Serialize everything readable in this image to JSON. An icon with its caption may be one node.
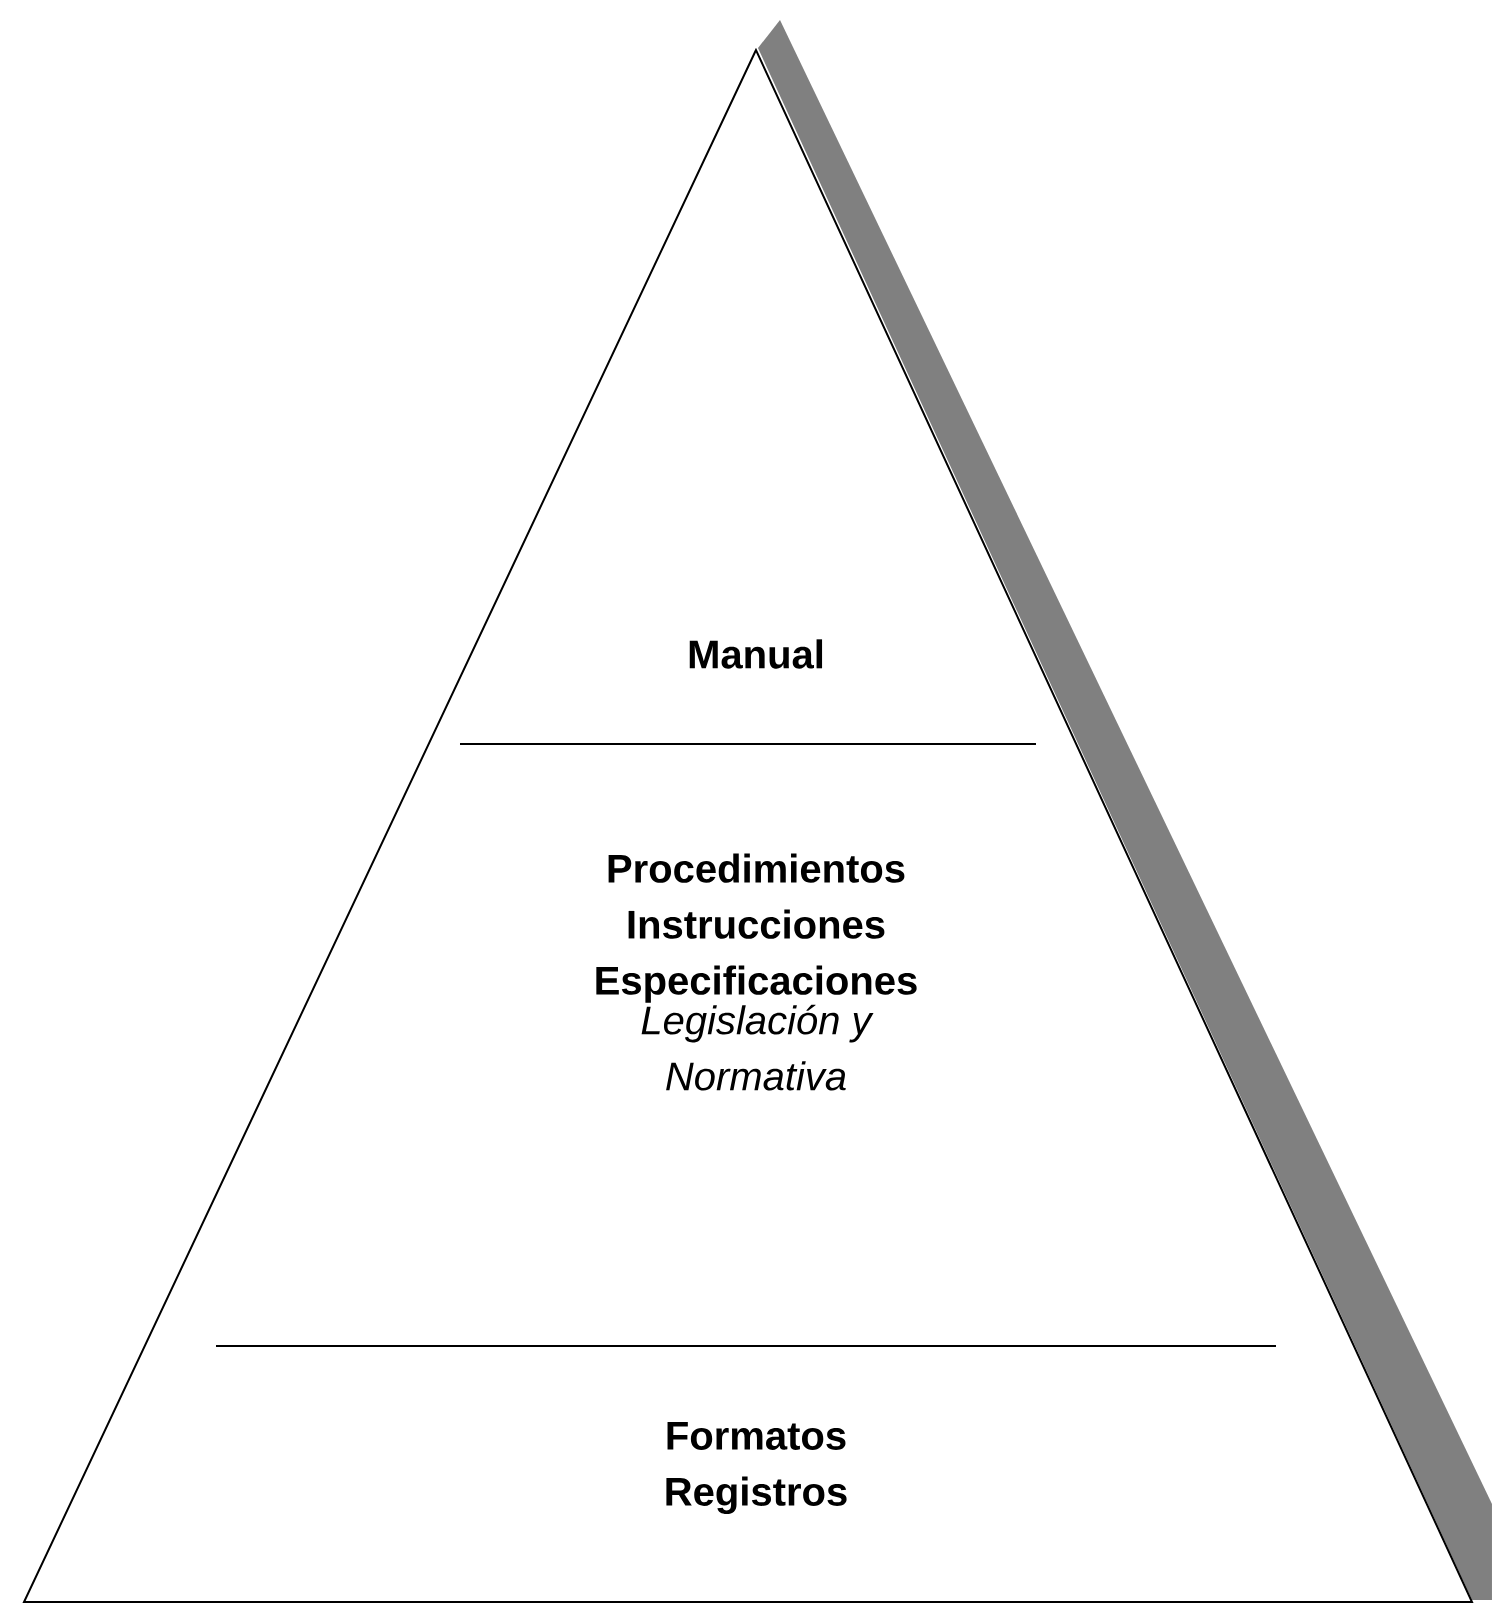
{
  "diagram": {
    "nodes": [
      {
        "text": [
          "Manual"
        ]
      },
      {
        "text": [
          "Procedimientos",
          "Instrucciones",
          "Especificaciones",
          "Legislación y Normativa"
        ]
      },
      {
        "text": [
          "Formatos",
          "Registros"
        ]
      }
    ]
  }
}
